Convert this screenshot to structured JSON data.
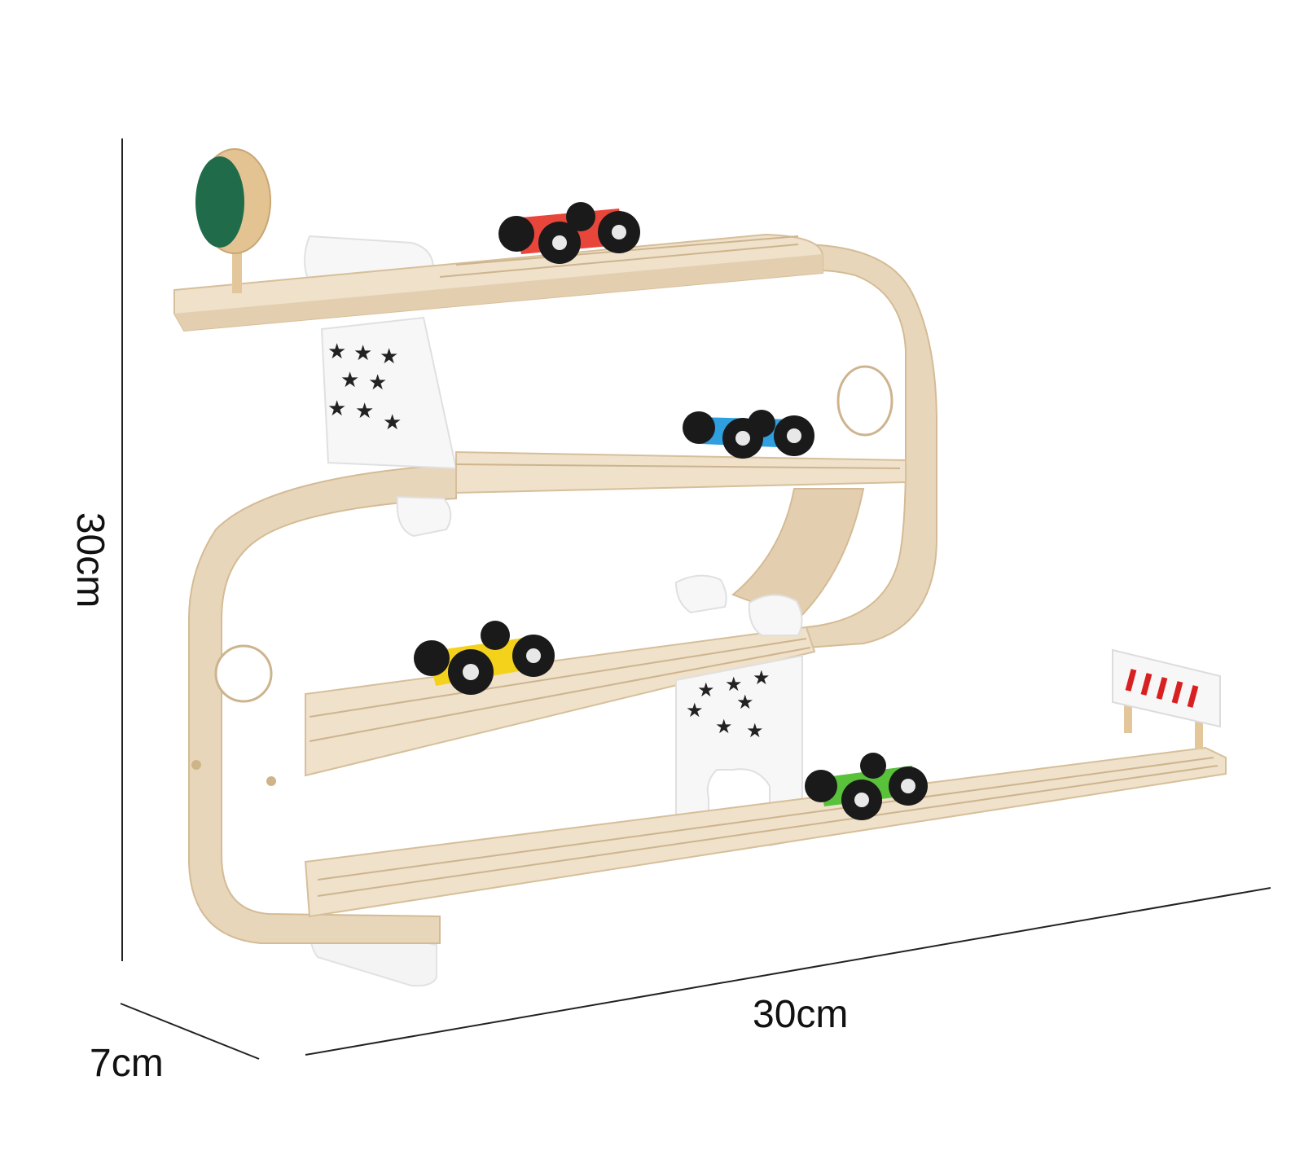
{
  "image": {
    "subject": "wooden-toy-car-ramp-track",
    "colors": {
      "background": "#ffffff",
      "wood": "#ecdcc4",
      "wood_edge": "#d9c3a2",
      "wood_groove": "#cdb48e",
      "support_white": "#f7f7f7",
      "star": "#222222",
      "sign_green": "#1f6b4a",
      "car_red": "#e8463a",
      "car_blue": "#2f9fe0",
      "car_yellow": "#f4d21c",
      "car_green": "#59c13a",
      "wheel": "#1a1a1a",
      "barrier_red": "#d92020"
    }
  },
  "dimensions": {
    "height": "30cm",
    "width": "30cm",
    "depth": "7cm"
  }
}
